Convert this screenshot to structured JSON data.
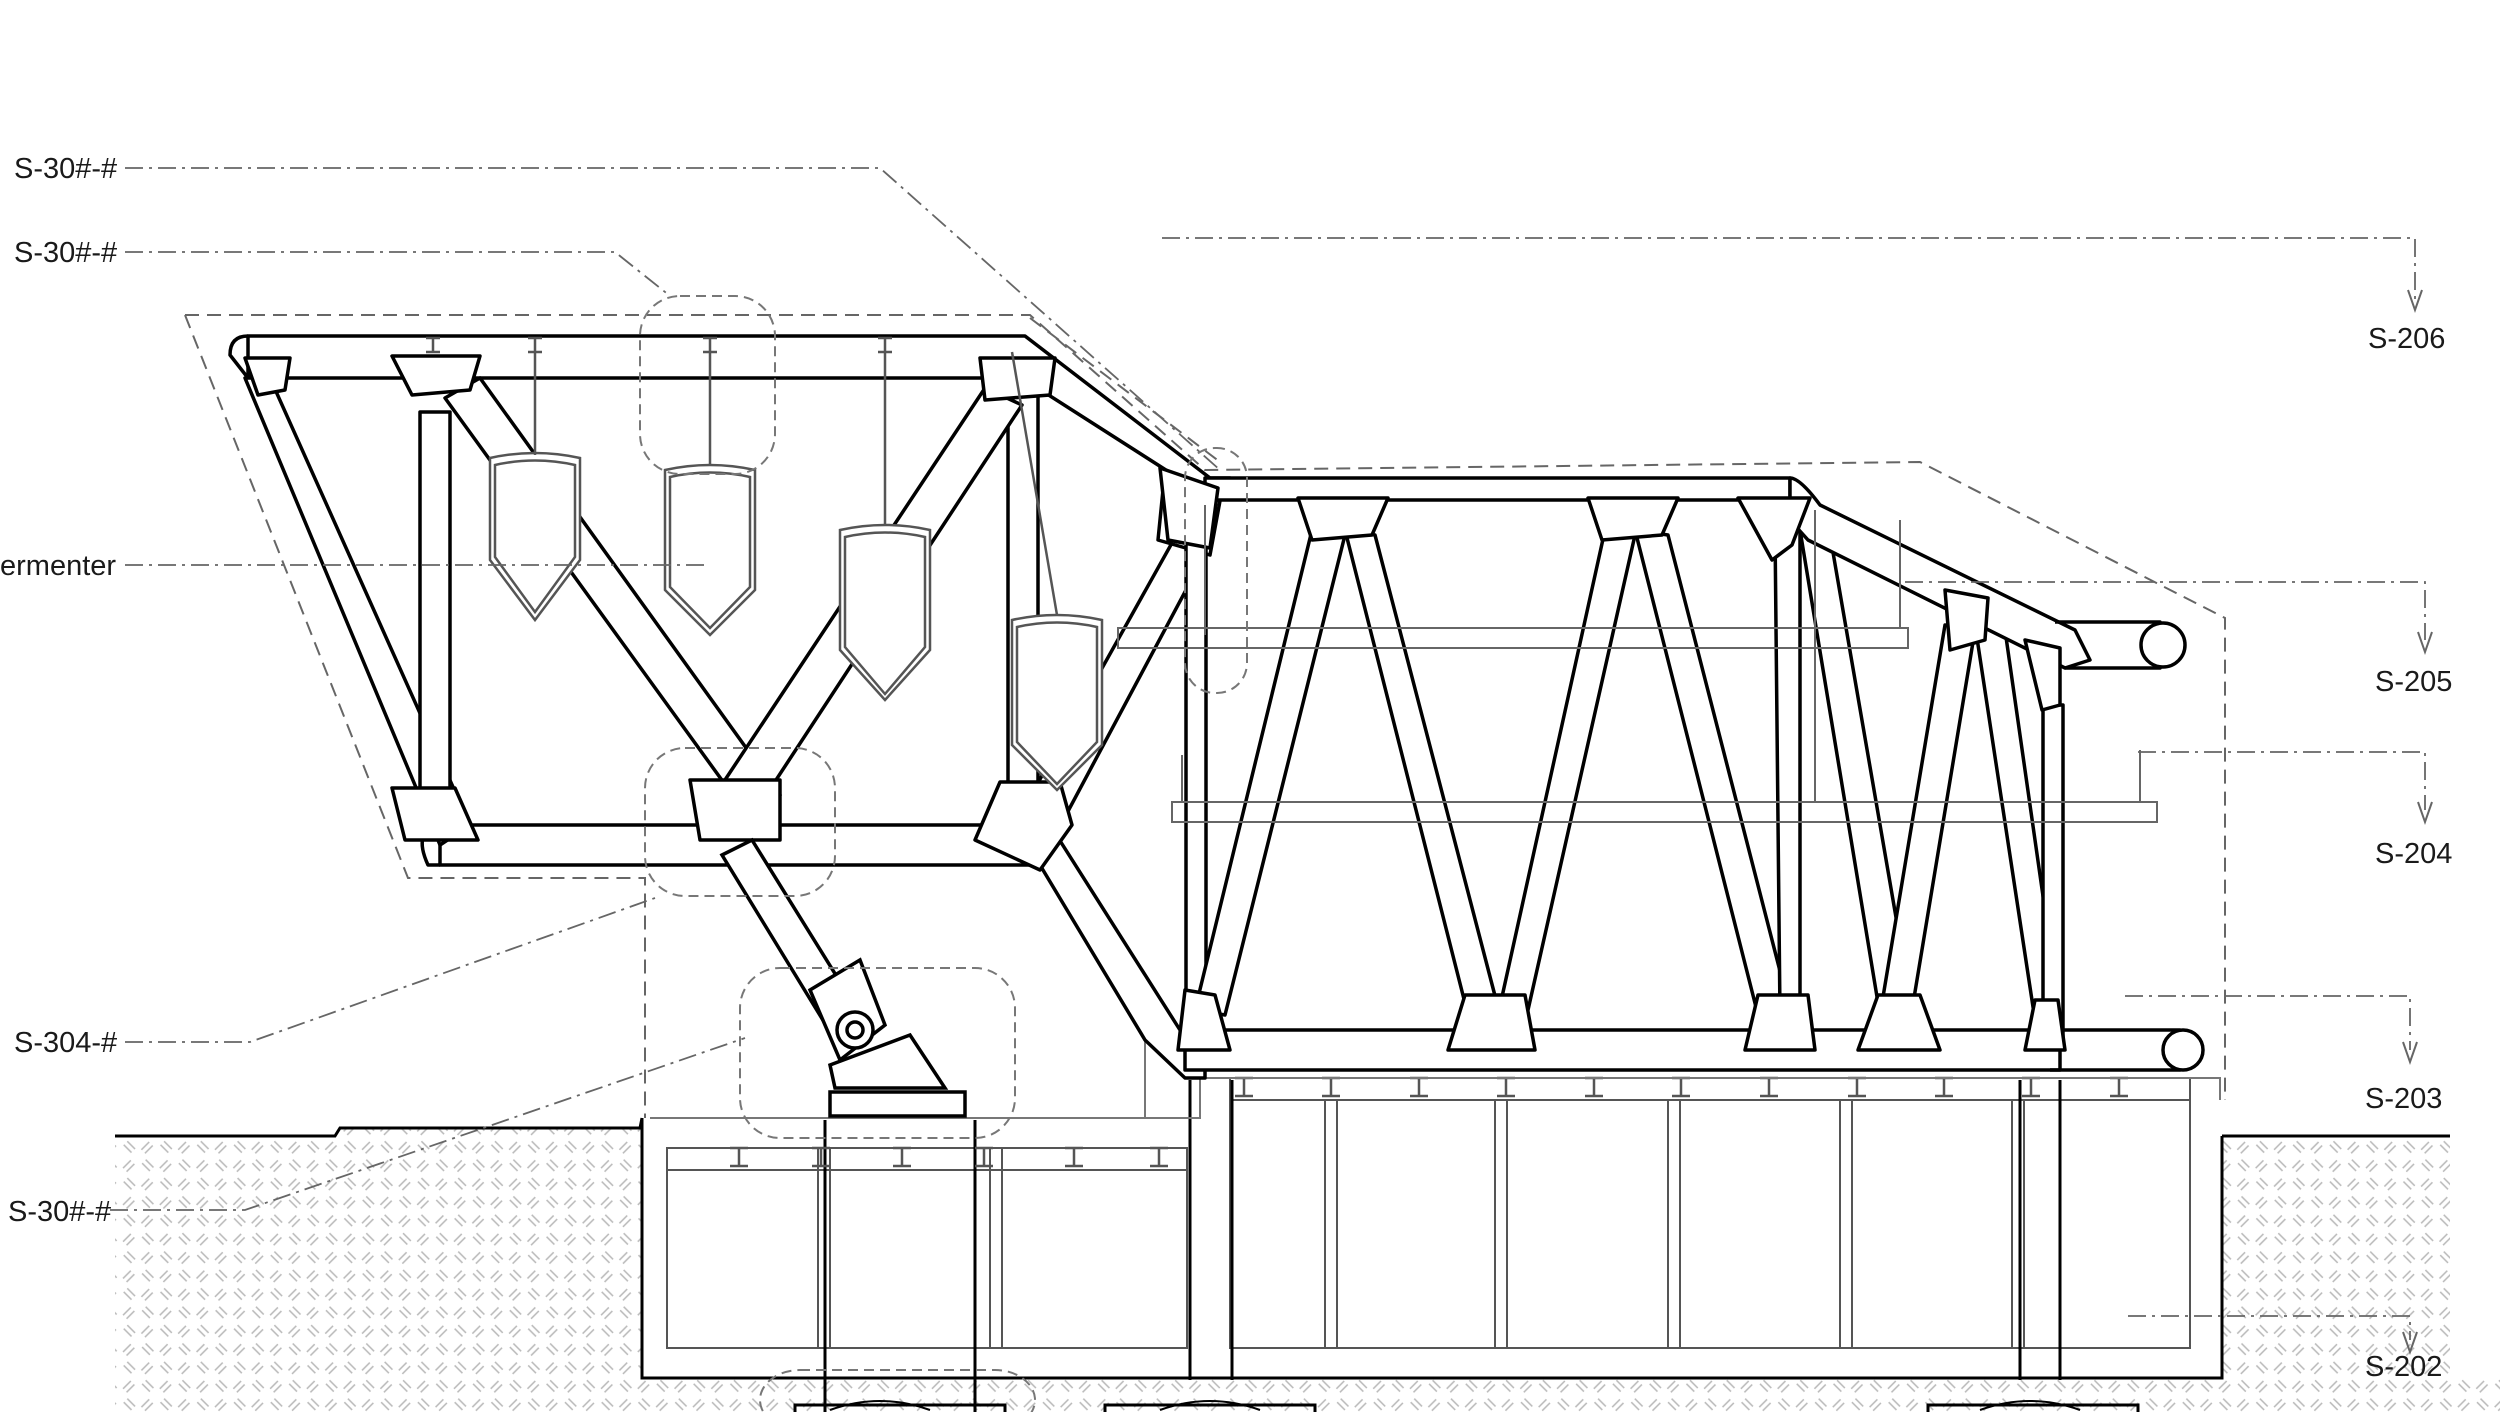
{
  "labels": {
    "left": [
      "S-30#-#",
      "S-30#-#",
      "ermenter",
      "S-304-#",
      "S-30#-#"
    ],
    "right": [
      "S-206",
      "S-205",
      "S-204",
      "S-203",
      "S-202"
    ]
  },
  "colors": {
    "line": "#000000",
    "leader": "#666666",
    "grid": "#999999",
    "hatch": "#bdbdbd"
  }
}
